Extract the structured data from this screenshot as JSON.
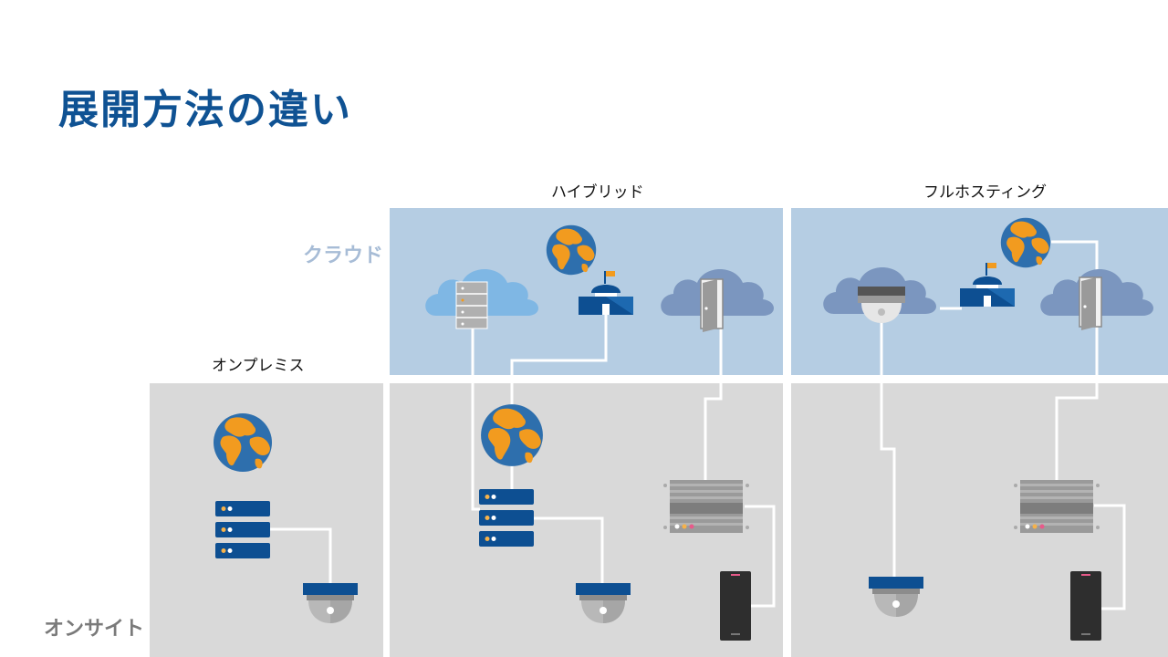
{
  "title": "展開方法の違い",
  "columns": {
    "onpremise": "オンプレミス",
    "hybrid": "ハイブリッド",
    "full_hosting": "フルホスティング"
  },
  "rows": {
    "cloud": "クラウド",
    "onsite": "オンサイト"
  },
  "colors": {
    "title": "#0f5293",
    "cloud_panel": "#b5cde3",
    "onsite_panel": "#d9d9d9",
    "globe_water": "#2e6fad",
    "globe_land": "#f29b1f",
    "navy": "#0d4f92"
  },
  "icons": [
    "globe-icon",
    "server-icon",
    "camera-icon",
    "controller-icon",
    "card-reader-icon",
    "cloud-icon",
    "door-icon",
    "building-icon"
  ]
}
